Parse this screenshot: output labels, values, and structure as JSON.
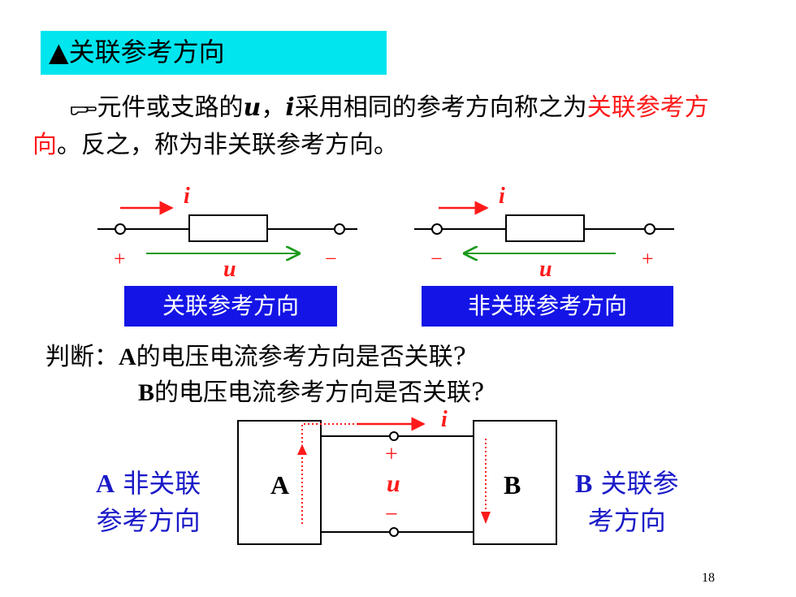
{
  "title": {
    "symbol": "▲",
    "text": "关联参考方向"
  },
  "paragraph": {
    "hand_icon": "pointing-hand-icon",
    "part1": "元件或支路的",
    "var_u": "u",
    "comma": "，",
    "var_i": "i",
    "part2": "采用相同的参考方向称之为",
    "red_term": "关联参考方向",
    "part3": "。反之，称为非关联参考方向。"
  },
  "circuit_left": {
    "current_label": "i",
    "voltage_label": "u",
    "plus": "+",
    "minus": "−",
    "caption": "关联参考方向"
  },
  "circuit_right": {
    "current_label": "i",
    "voltage_label": "u",
    "plus": "+",
    "minus": "−",
    "caption": "非关联参考方向"
  },
  "question": {
    "prefix": "判断：",
    "line1_bold": "A",
    "line1_rest": "的电压电流参考方向是否关联?",
    "line2_bold": "B",
    "line2_rest": "的电压电流参考方向是否关联?"
  },
  "diagram": {
    "box_a": "A",
    "box_b": "B",
    "current_label": "i",
    "voltage_label": "u",
    "plus": "+",
    "minus": "−"
  },
  "answer_a": {
    "bold": "A",
    "line1": "非关联",
    "line2": "参考方向"
  },
  "answer_b": {
    "bold": "B",
    "line1": "关联参",
    "line2": "考方向"
  },
  "page_number": "18",
  "colors": {
    "title_bg": "#00e5ee",
    "caption_bg": "#1414e6",
    "red": "#ff1a1a",
    "green": "#1a9a1a",
    "blue_text": "#1a1ac8"
  }
}
